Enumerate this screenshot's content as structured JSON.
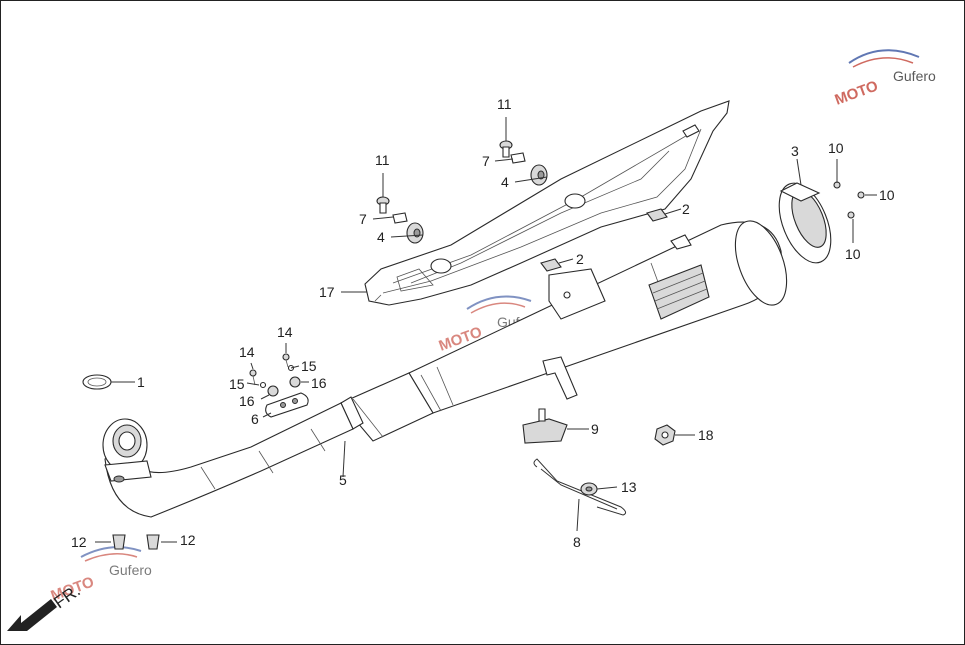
{
  "diagram": {
    "direction_label": "FR.",
    "watermark": {
      "text": "MOTO",
      "small_text": "Gufero"
    },
    "callouts": {
      "c1": "1",
      "c2a": "2",
      "c2b": "2",
      "c3": "3",
      "c4a": "4",
      "c4b": "4",
      "c5": "5",
      "c6": "6",
      "c7a": "7",
      "c7b": "7",
      "c8": "8",
      "c9": "9",
      "c10a": "10",
      "c10b": "10",
      "c10c": "10",
      "c11a": "11",
      "c11b": "11",
      "c12a": "12",
      "c12b": "12",
      "c13": "13",
      "c14a": "14",
      "c14b": "14",
      "c15a": "15",
      "c15b": "15",
      "c16a": "16",
      "c16b": "16",
      "c17": "17",
      "c18": "18"
    },
    "colors": {
      "line": "#2a2a2a",
      "watermark_red": "#c0392b",
      "watermark_blue": "#2c4a9a"
    }
  }
}
